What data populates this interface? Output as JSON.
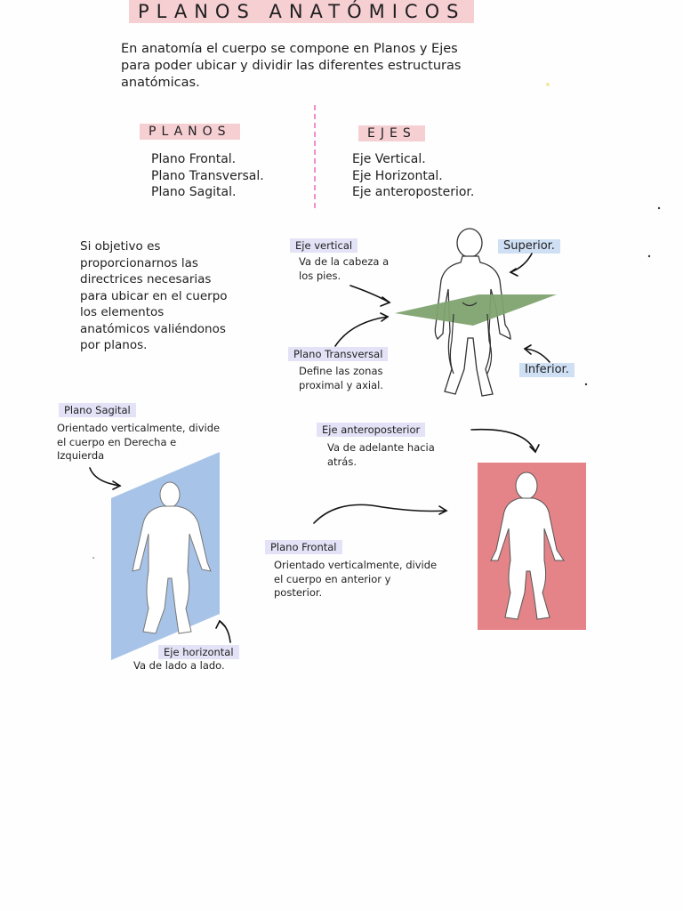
{
  "title": "PLANOS ANATÓMICOS",
  "intro": [
    "En anatomía el cuerpo se compone en Planos y Ejes",
    "para poder ubicar y dividir las diferentes estructuras",
    "anatómicas."
  ],
  "planos": {
    "heading": "PLANOS",
    "items": [
      "Plano Frontal.",
      "Plano Transversal.",
      "Plano Sagital."
    ]
  },
  "ejes": {
    "heading": "EJES",
    "items": [
      "Eje Vertical.",
      "Eje Horizontal.",
      "Eje anteroposterior."
    ]
  },
  "objective": [
    "Si objetivo es",
    "proporcionarnos las",
    "directrices necesarias",
    "para ubicar en el cuerpo",
    "los elementos",
    "anatómicos valiéndonos",
    "por planos."
  ],
  "eje_vertical": {
    "label": "Eje vertical",
    "desc": [
      "Va de la cabeza a",
      "los pies."
    ]
  },
  "superior": "Superior.",
  "inferior": "Inferior.",
  "plano_transversal": {
    "label": "Plano Transversal",
    "desc": [
      "Define las zonas",
      "proximal y axial."
    ]
  },
  "plano_sagital": {
    "label": "Plano Sagital",
    "desc": [
      "Orientado verticalmente, divide",
      "el cuerpo en Derecha e",
      "Izquierda"
    ]
  },
  "eje_anteroposterior": {
    "label": "Eje anteroposterior",
    "desc": [
      "Va de adelante hacia",
      "atrás."
    ]
  },
  "plano_frontal": {
    "label": "Plano Frontal",
    "desc": [
      "Orientado verticalmente, divide",
      "el cuerpo en anterior y",
      "posterior."
    ]
  },
  "eje_horizontal": {
    "label": "Eje horizontal",
    "desc": "Va de lado a lado."
  },
  "colors": {
    "pink_highlight": "#f6cfd3",
    "lavender_highlight": "#e4e2f6",
    "blue_highlight": "#cfe0f4",
    "transversal_plane": "#7fa36f",
    "sagittal_plane": "#a7c3e7",
    "frontal_plane": "#e58488",
    "divider": "#f08fc8"
  }
}
